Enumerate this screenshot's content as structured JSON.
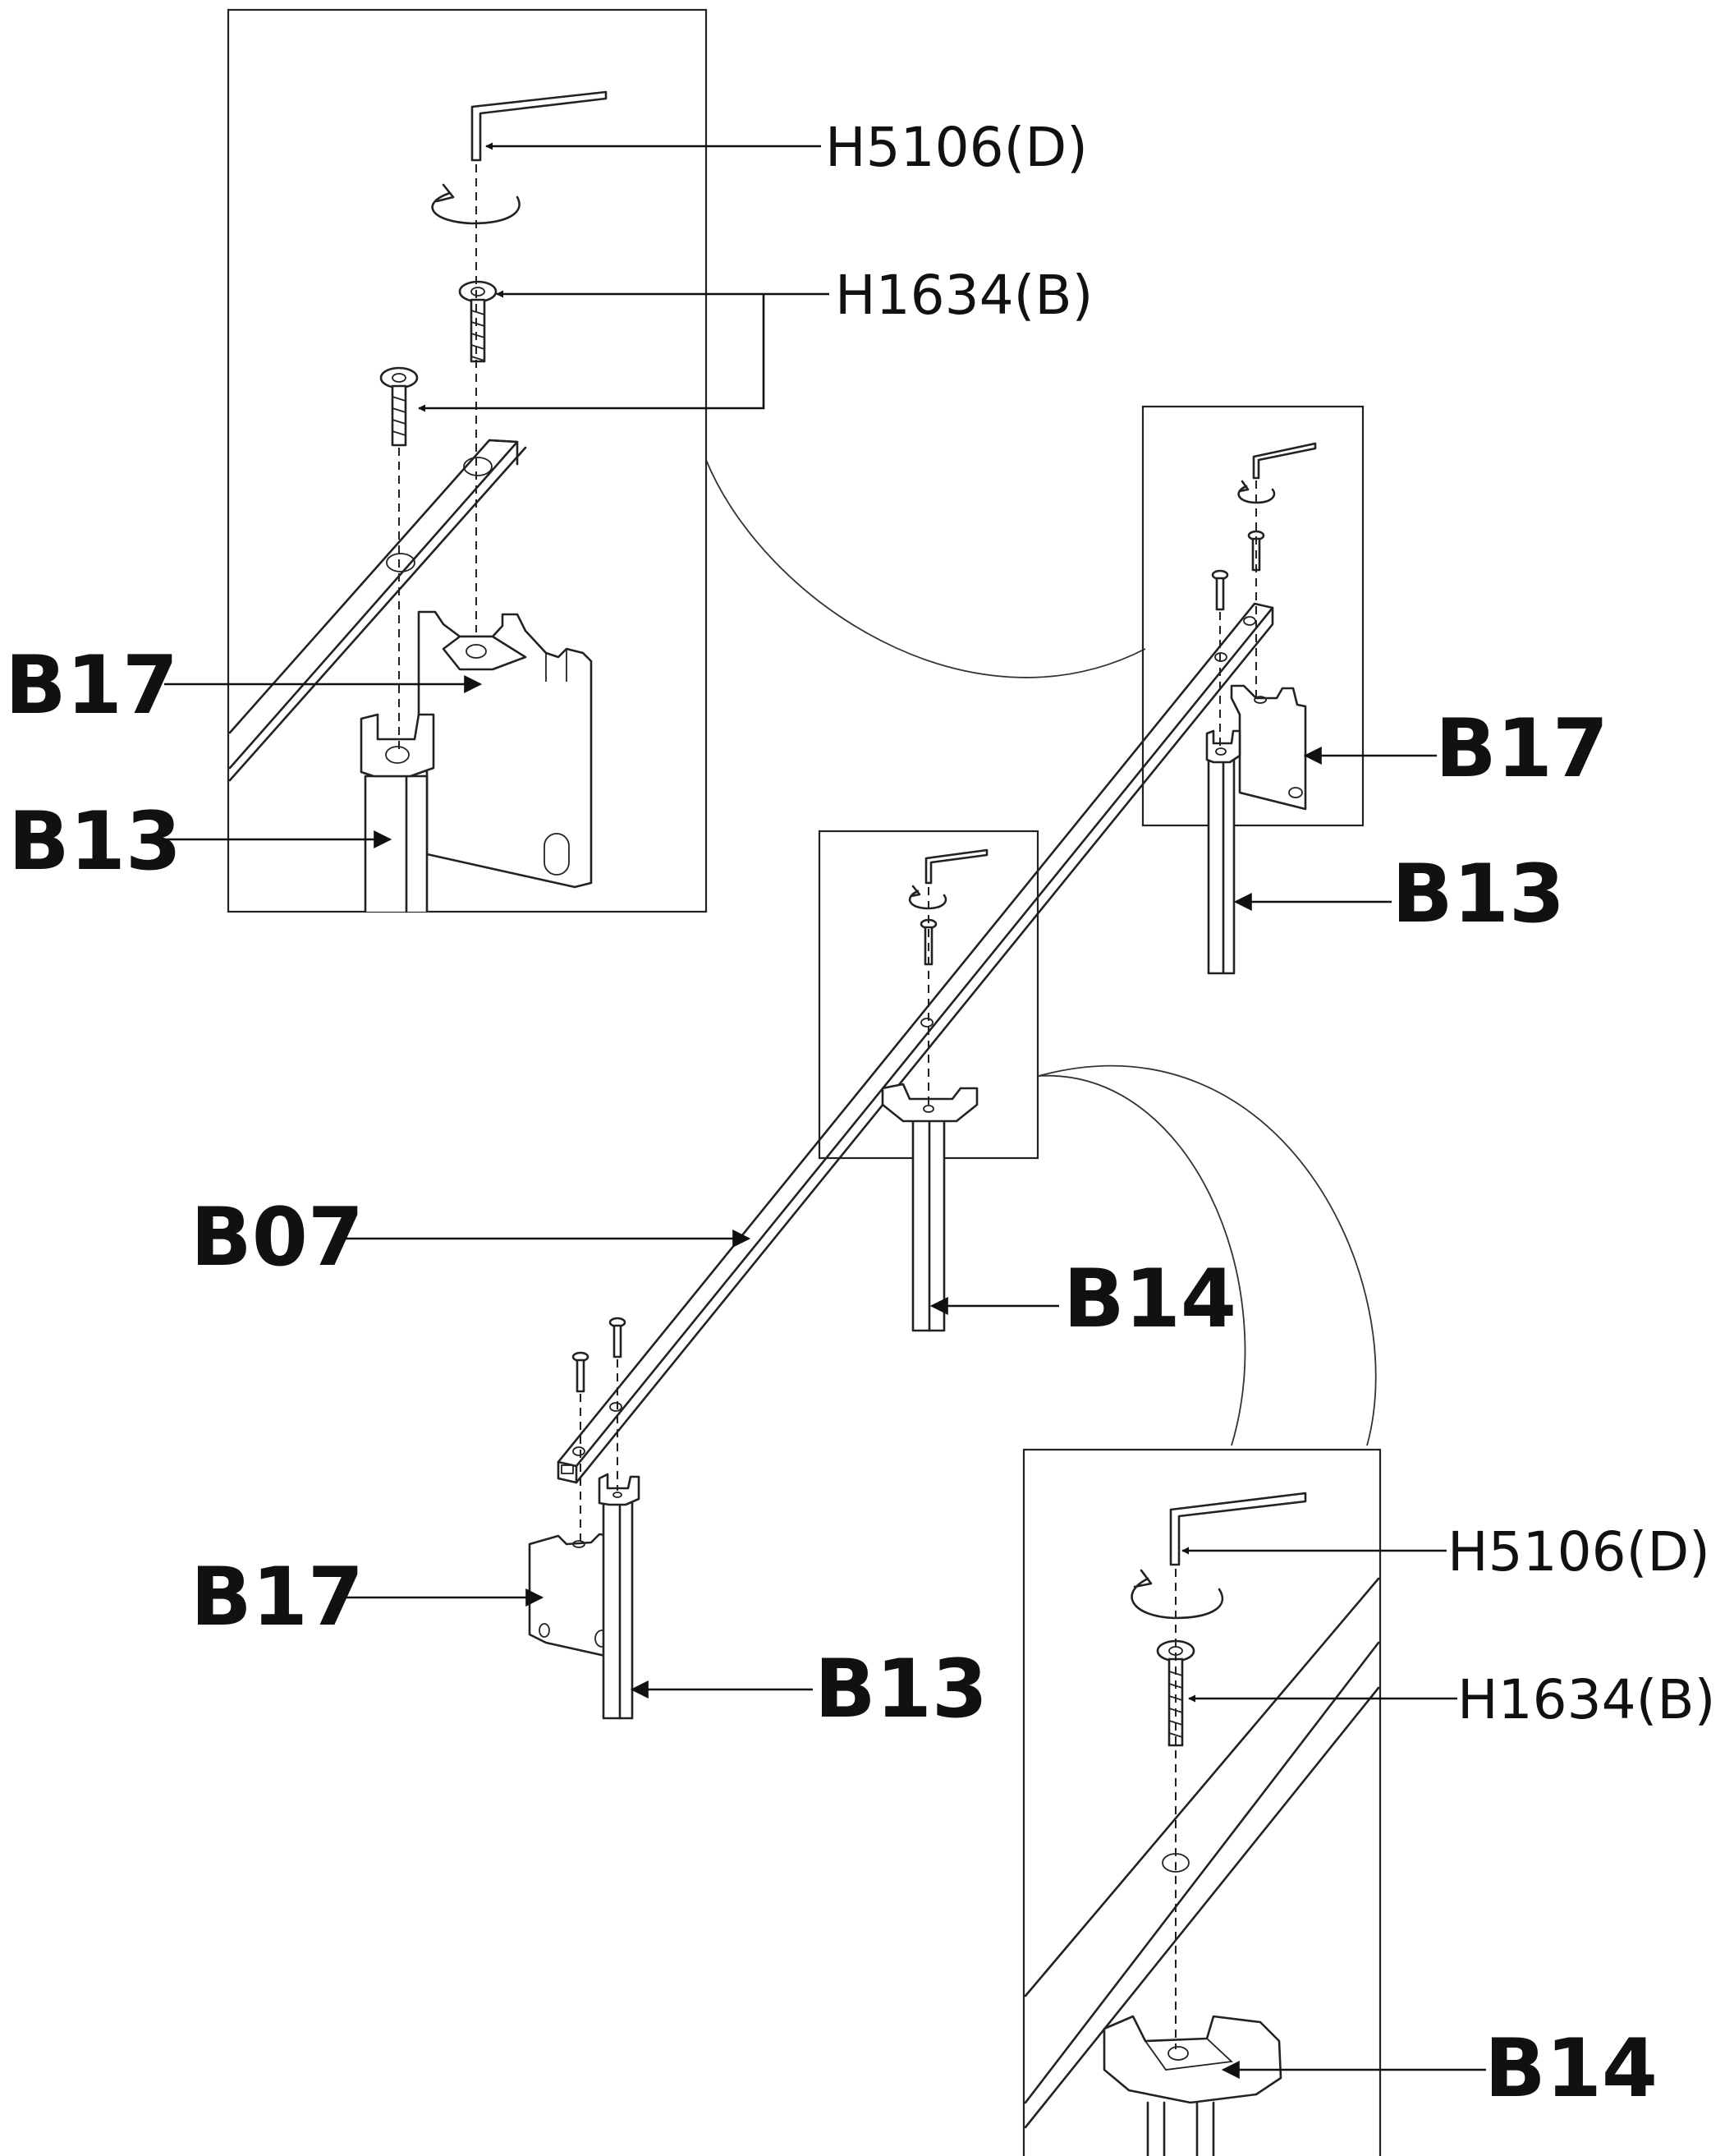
{
  "labels": {
    "detail_top_left": {
      "allen_key": "H5106(D)",
      "bolt": "H1634(B)",
      "bracket": "B17",
      "leg": "B13"
    },
    "detail_top_right": {
      "bracket": "B17",
      "leg": "B13"
    },
    "main": {
      "rail": "B07",
      "center_leg": "B14",
      "bracket": "B17",
      "leg": "B13"
    },
    "detail_bottom_right": {
      "allen_key": "H5106(D)",
      "bolt": "H1634(B)",
      "center_leg": "B14"
    }
  },
  "icons": [
    "allen-key-icon",
    "rotate-arrow-icon",
    "bolt-icon",
    "washer-icon"
  ]
}
